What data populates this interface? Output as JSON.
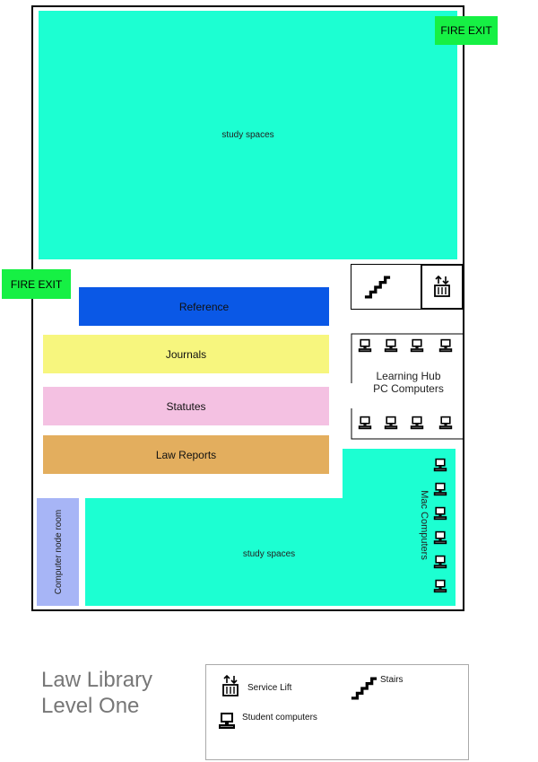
{
  "map": {
    "rooms": {
      "study_top": "study spaces",
      "study_bottom": "study spaces",
      "reference": "Reference",
      "journals": "Journals",
      "statutes": "Statutes",
      "law_reports": "Law Reports",
      "node_room": "Computer node room",
      "mac_computers": "Mac Computers",
      "hub_line1": "Learning Hub",
      "hub_line2": "PC Computers"
    },
    "fire_exit_top": "FIRE EXIT",
    "fire_exit_left": "FIRE EXIT"
  },
  "title": {
    "line1": "Law Library",
    "line2": "Level One"
  },
  "legend": {
    "service_lift": "Service Lift",
    "stairs": "Stairs",
    "student_computers": "Student computers"
  },
  "colors": {
    "study": "#1cffd2",
    "fire_exit": "#16f044",
    "reference": "#0a58e6",
    "journals": "#f7f67e",
    "statutes": "#f4c1e2",
    "law_reports": "#e3ae5e",
    "node_room": "#a7b5f6"
  },
  "icons": {
    "lift": "service-lift-icon",
    "stairs": "stairs-icon",
    "computer": "computer-icon"
  }
}
